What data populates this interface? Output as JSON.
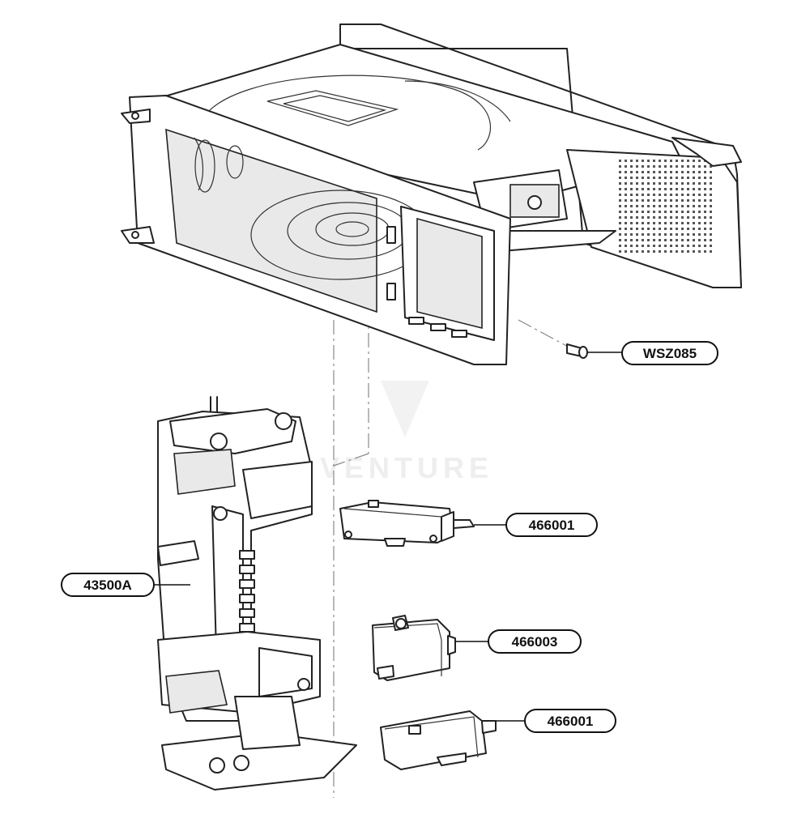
{
  "diagram": {
    "watermark": "VENTURE",
    "parts": [
      {
        "id": "cavity",
        "name": "microwave-cavity-assembly"
      },
      {
        "id": "latch-board",
        "name": "latch-board"
      },
      {
        "id": "switch-top",
        "name": "interlock-switch-top"
      },
      {
        "id": "switch-middle",
        "name": "interlock-switch-middle"
      },
      {
        "id": "switch-bottom",
        "name": "interlock-switch-bottom"
      },
      {
        "id": "screw",
        "name": "screw"
      }
    ],
    "labels": [
      {
        "id": "wsz085",
        "text": "WSZ085"
      },
      {
        "id": "l466001a",
        "text": "466001"
      },
      {
        "id": "l43500a",
        "text": "43500A"
      },
      {
        "id": "l466003",
        "text": "466003"
      },
      {
        "id": "l466001b",
        "text": "466001"
      }
    ]
  }
}
